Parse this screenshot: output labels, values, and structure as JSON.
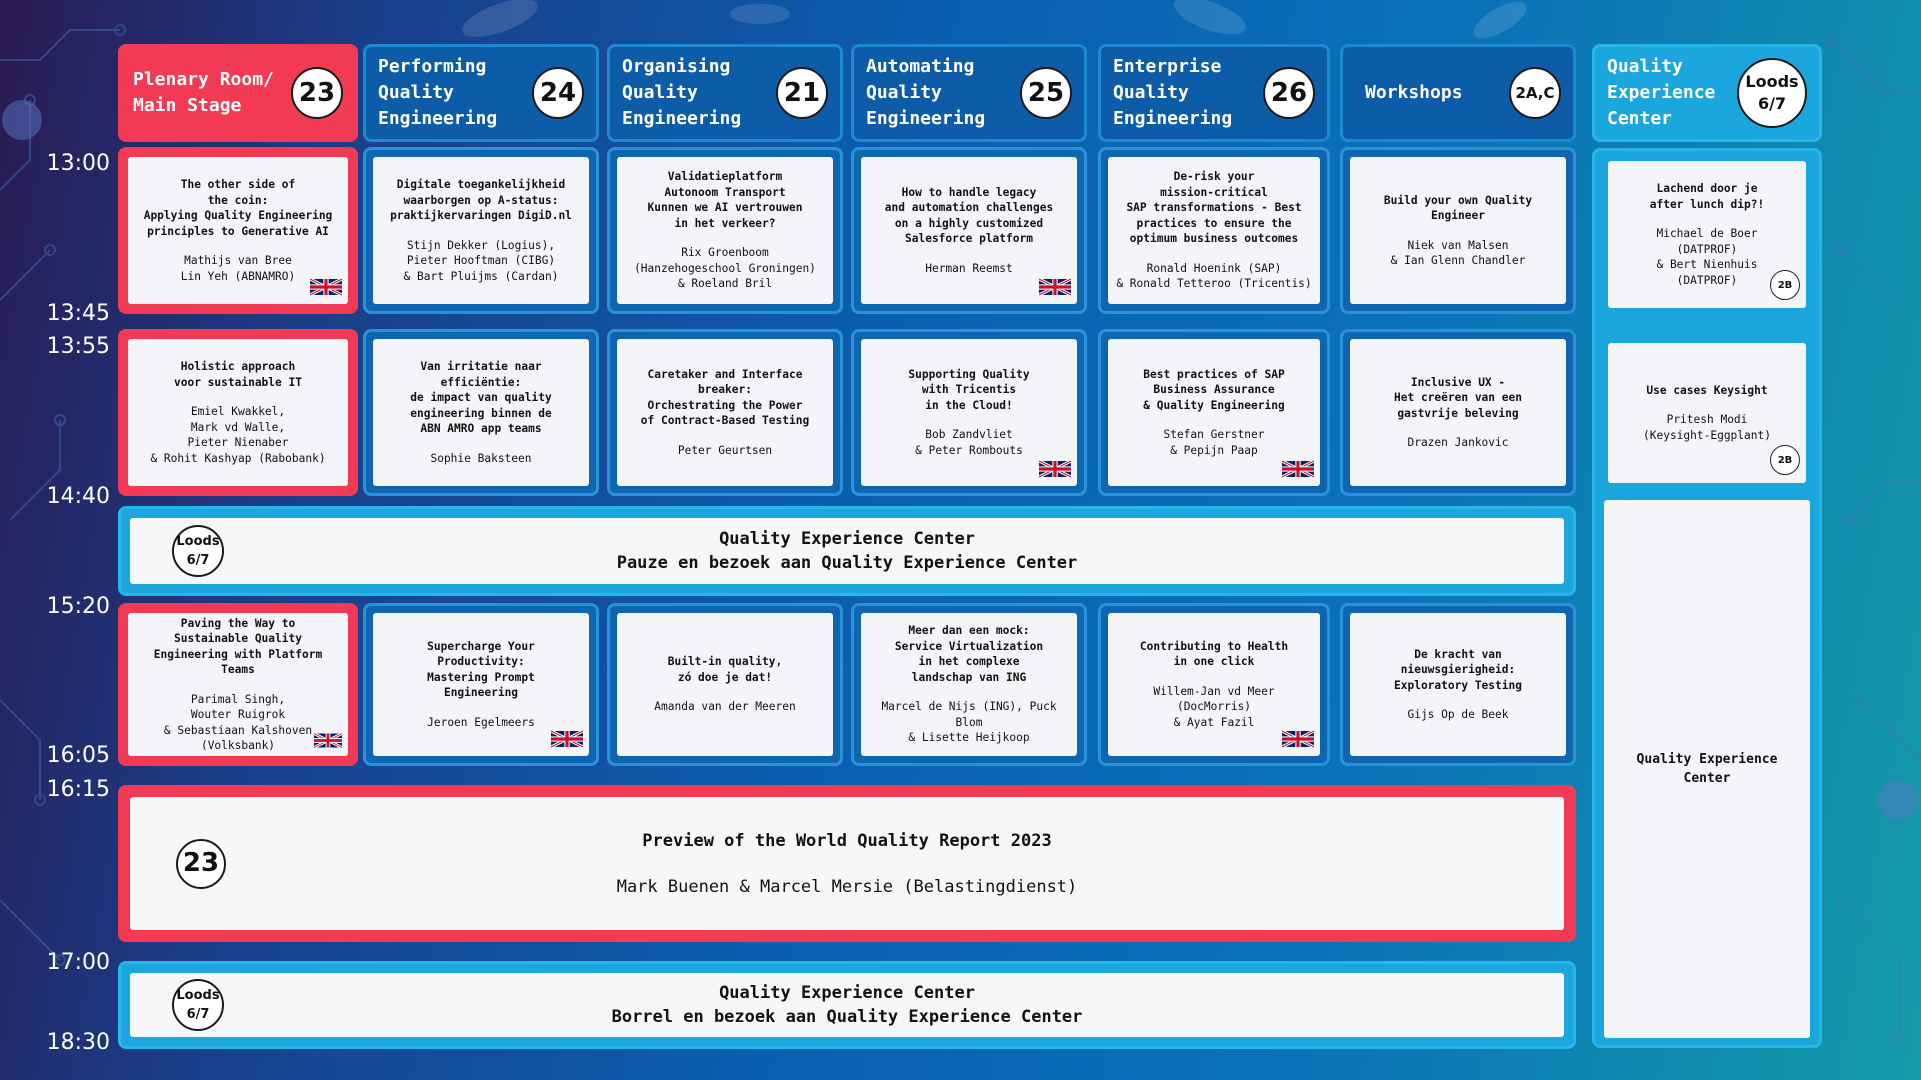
{
  "times": [
    "13:00",
    "13:45",
    "13:55",
    "14:40",
    "15:20",
    "16:05",
    "16:15",
    "17:00",
    "18:30"
  ],
  "tracks": [
    {
      "title": "Plenary Room/\nMain Stage",
      "badge": "23"
    },
    {
      "title": "Performing\nQuality\nEngineering",
      "badge": "24"
    },
    {
      "title": "Organising\nQuality\nEngineering",
      "badge": "21"
    },
    {
      "title": "Automating\nQuality\nEngineering",
      "badge": "25"
    },
    {
      "title": "Enterprise\nQuality\nEngineering",
      "badge": "26"
    },
    {
      "title": "Workshops",
      "badge": "2A,C"
    },
    {
      "title": "Quality\nExperience\nCenter",
      "badge": "Loods\n6/7"
    }
  ],
  "slot1": [
    {
      "title": "The other side of\nthe coin:\nApplying Quality Engineering\nprinciples to Generative AI",
      "speakers": "Mathijs van Bree\nLin Yeh (ABNAMRO)"
    },
    {
      "title": "Digitale toegankelijkheid\nwaarborgen op A-status:\npraktijkervaringen DigiD.nl",
      "speakers": "Stijn Dekker (Logius),\nPieter Hooftman (CIBG)\n& Bart Pluijms (Cardan)"
    },
    {
      "title": "Validatieplatform\nAutonoom Transport\nKunnen we AI vertrouwen\nin het verkeer?",
      "speakers": "Rix Groenboom\n(Hanzehogeschool Groningen)\n& Roeland Bril"
    },
    {
      "title": "How to handle legacy\nand automation challenges\non a highly customized\nSalesforce platform",
      "speakers": "Herman Reemst"
    },
    {
      "title": "De-risk your\nmission-critical\nSAP transformations - Best\npractices to ensure the\noptimum business outcomes",
      "speakers": "Ronald Hoenink (SAP)\n& Ronald Tetteroo (Tricentis)"
    },
    {
      "title": "Build your own Quality Engineer",
      "speakers": "Niek van Malsen\n& Ian Glenn Chandler"
    }
  ],
  "slot2": [
    {
      "title": "Holistic approach\nvoor sustainable IT",
      "speakers": "Emiel Kwakkel,\nMark vd Walle,\nPieter Nienaber\n& Rohit Kashyap (Rabobank)"
    },
    {
      "title": "Van irritatie naar\nefficiëntie:\nde impact van quality\nengineering binnen de\nABN AMRO app teams",
      "speakers": "Sophie Baksteen"
    },
    {
      "title": "Caretaker and Interface\nbreaker:\nOrchestrating the Power\nof Contract-Based Testing",
      "speakers": "Peter Geurtsen"
    },
    {
      "title": "Supporting Quality\nwith Tricentis\nin the Cloud!",
      "speakers": "Bob Zandvliet\n& Peter Rombouts"
    },
    {
      "title": "Best practices of SAP\nBusiness Assurance\n& Quality Engineering",
      "speakers": "Stefan Gerstner\n& Pepijn Paap"
    },
    {
      "title": "Inclusive UX -\nHet creëren van een\ngastvrije beleving",
      "speakers": "Drazen Jankovic"
    }
  ],
  "slot3": [
    {
      "title": "Paving the Way to\nSustainable Quality\nEngineering with Platform\nTeams",
      "speakers": "Parimal Singh,\nWouter Ruigrok\n& Sebastiaan Kalshoven\n(Volksbank)"
    },
    {
      "title": "Supercharge Your\nProductivity:\nMastering Prompt\nEngineering",
      "speakers": "Jeroen Egelmeers"
    },
    {
      "title": "Built-in quality,\nzó doe je dat!",
      "speakers": "Amanda van der Meeren"
    },
    {
      "title": "Meer dan een mock:\nService Virtualization\nin het complexe\nlandschap van ING",
      "speakers": "Marcel de Nijs (ING), Puck Blom\n& Lisette Heijkoop"
    },
    {
      "title": "Contributing to Health\nin one click",
      "speakers": "Willem-Jan vd Meer (DocMorris)\n& Ayat Fazil"
    },
    {
      "title": "De kracht van nieuwsgierigheid:\nExploratory Testing",
      "speakers": "Gijs Op de Beek"
    }
  ],
  "qec": {
    "session1": {
      "title": "Lachend door je\nafter lunch dip?!",
      "speakers": "Michael de Boer\n(DATPROF)\n& Bert Nienhuis\n(DATPROF)",
      "room": "2B"
    },
    "session2": {
      "title": "Use cases Keysight",
      "speakers": "Pritesh Modi\n(Keysight-Eggplant)",
      "room": "2B"
    },
    "center_label": "Quality Experience\nCenter"
  },
  "pause": {
    "badge": "Loods\n6/7",
    "line1": "Quality Experience Center",
    "line2": "Pauze en bezoek aan Quality Experience Center"
  },
  "keynote": {
    "badge": "23",
    "title": "Preview of the World  Quality Report 2023",
    "speakers": "Mark Buenen & Marcel Mersie (Belastingdienst)"
  },
  "borrel": {
    "badge": "Loods\n6/7",
    "line1": "Quality Experience Center",
    "line2": "Borrel en bezoek aan Quality Experience Center"
  }
}
